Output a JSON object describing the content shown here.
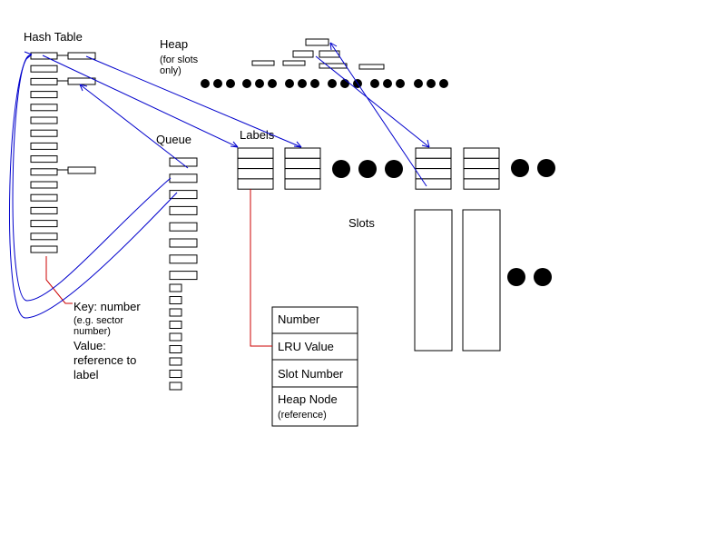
{
  "labels": {
    "hash_table": "Hash Table",
    "heap": "Heap",
    "heap_note_1": "(for slots",
    "heap_note_2": "only)",
    "queue": "Queue",
    "labels": "Labels",
    "slots": "Slots",
    "key_line1": "Key: number",
    "key_line2": "(e.g. sector",
    "key_line3": "number)",
    "value_line1": "Value:",
    "value_line2": "reference to",
    "value_line3": "label"
  },
  "label_record": {
    "fields": [
      "Number",
      "LRU Value",
      "Slot Number",
      "Heap Node"
    ],
    "heap_node_note": "(reference)"
  },
  "colors": {
    "pointer": "#0000cc",
    "annotation": "#cc0000",
    "ink": "#000000"
  }
}
